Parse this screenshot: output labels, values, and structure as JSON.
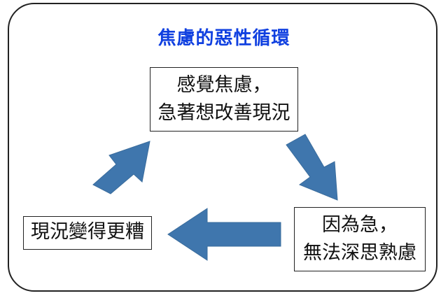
{
  "title": "焦慮的惡性循環",
  "boxes": {
    "top": {
      "line1": "感覺焦慮，",
      "line2": "急著想改善現況"
    },
    "right": {
      "line1": "因為急，",
      "line2": "無法深思熟慮"
    },
    "left": {
      "line1": "現況變得更糟"
    }
  },
  "colors": {
    "title": "#1040e0",
    "arrow": "#3f76ad",
    "border": "#222222"
  }
}
